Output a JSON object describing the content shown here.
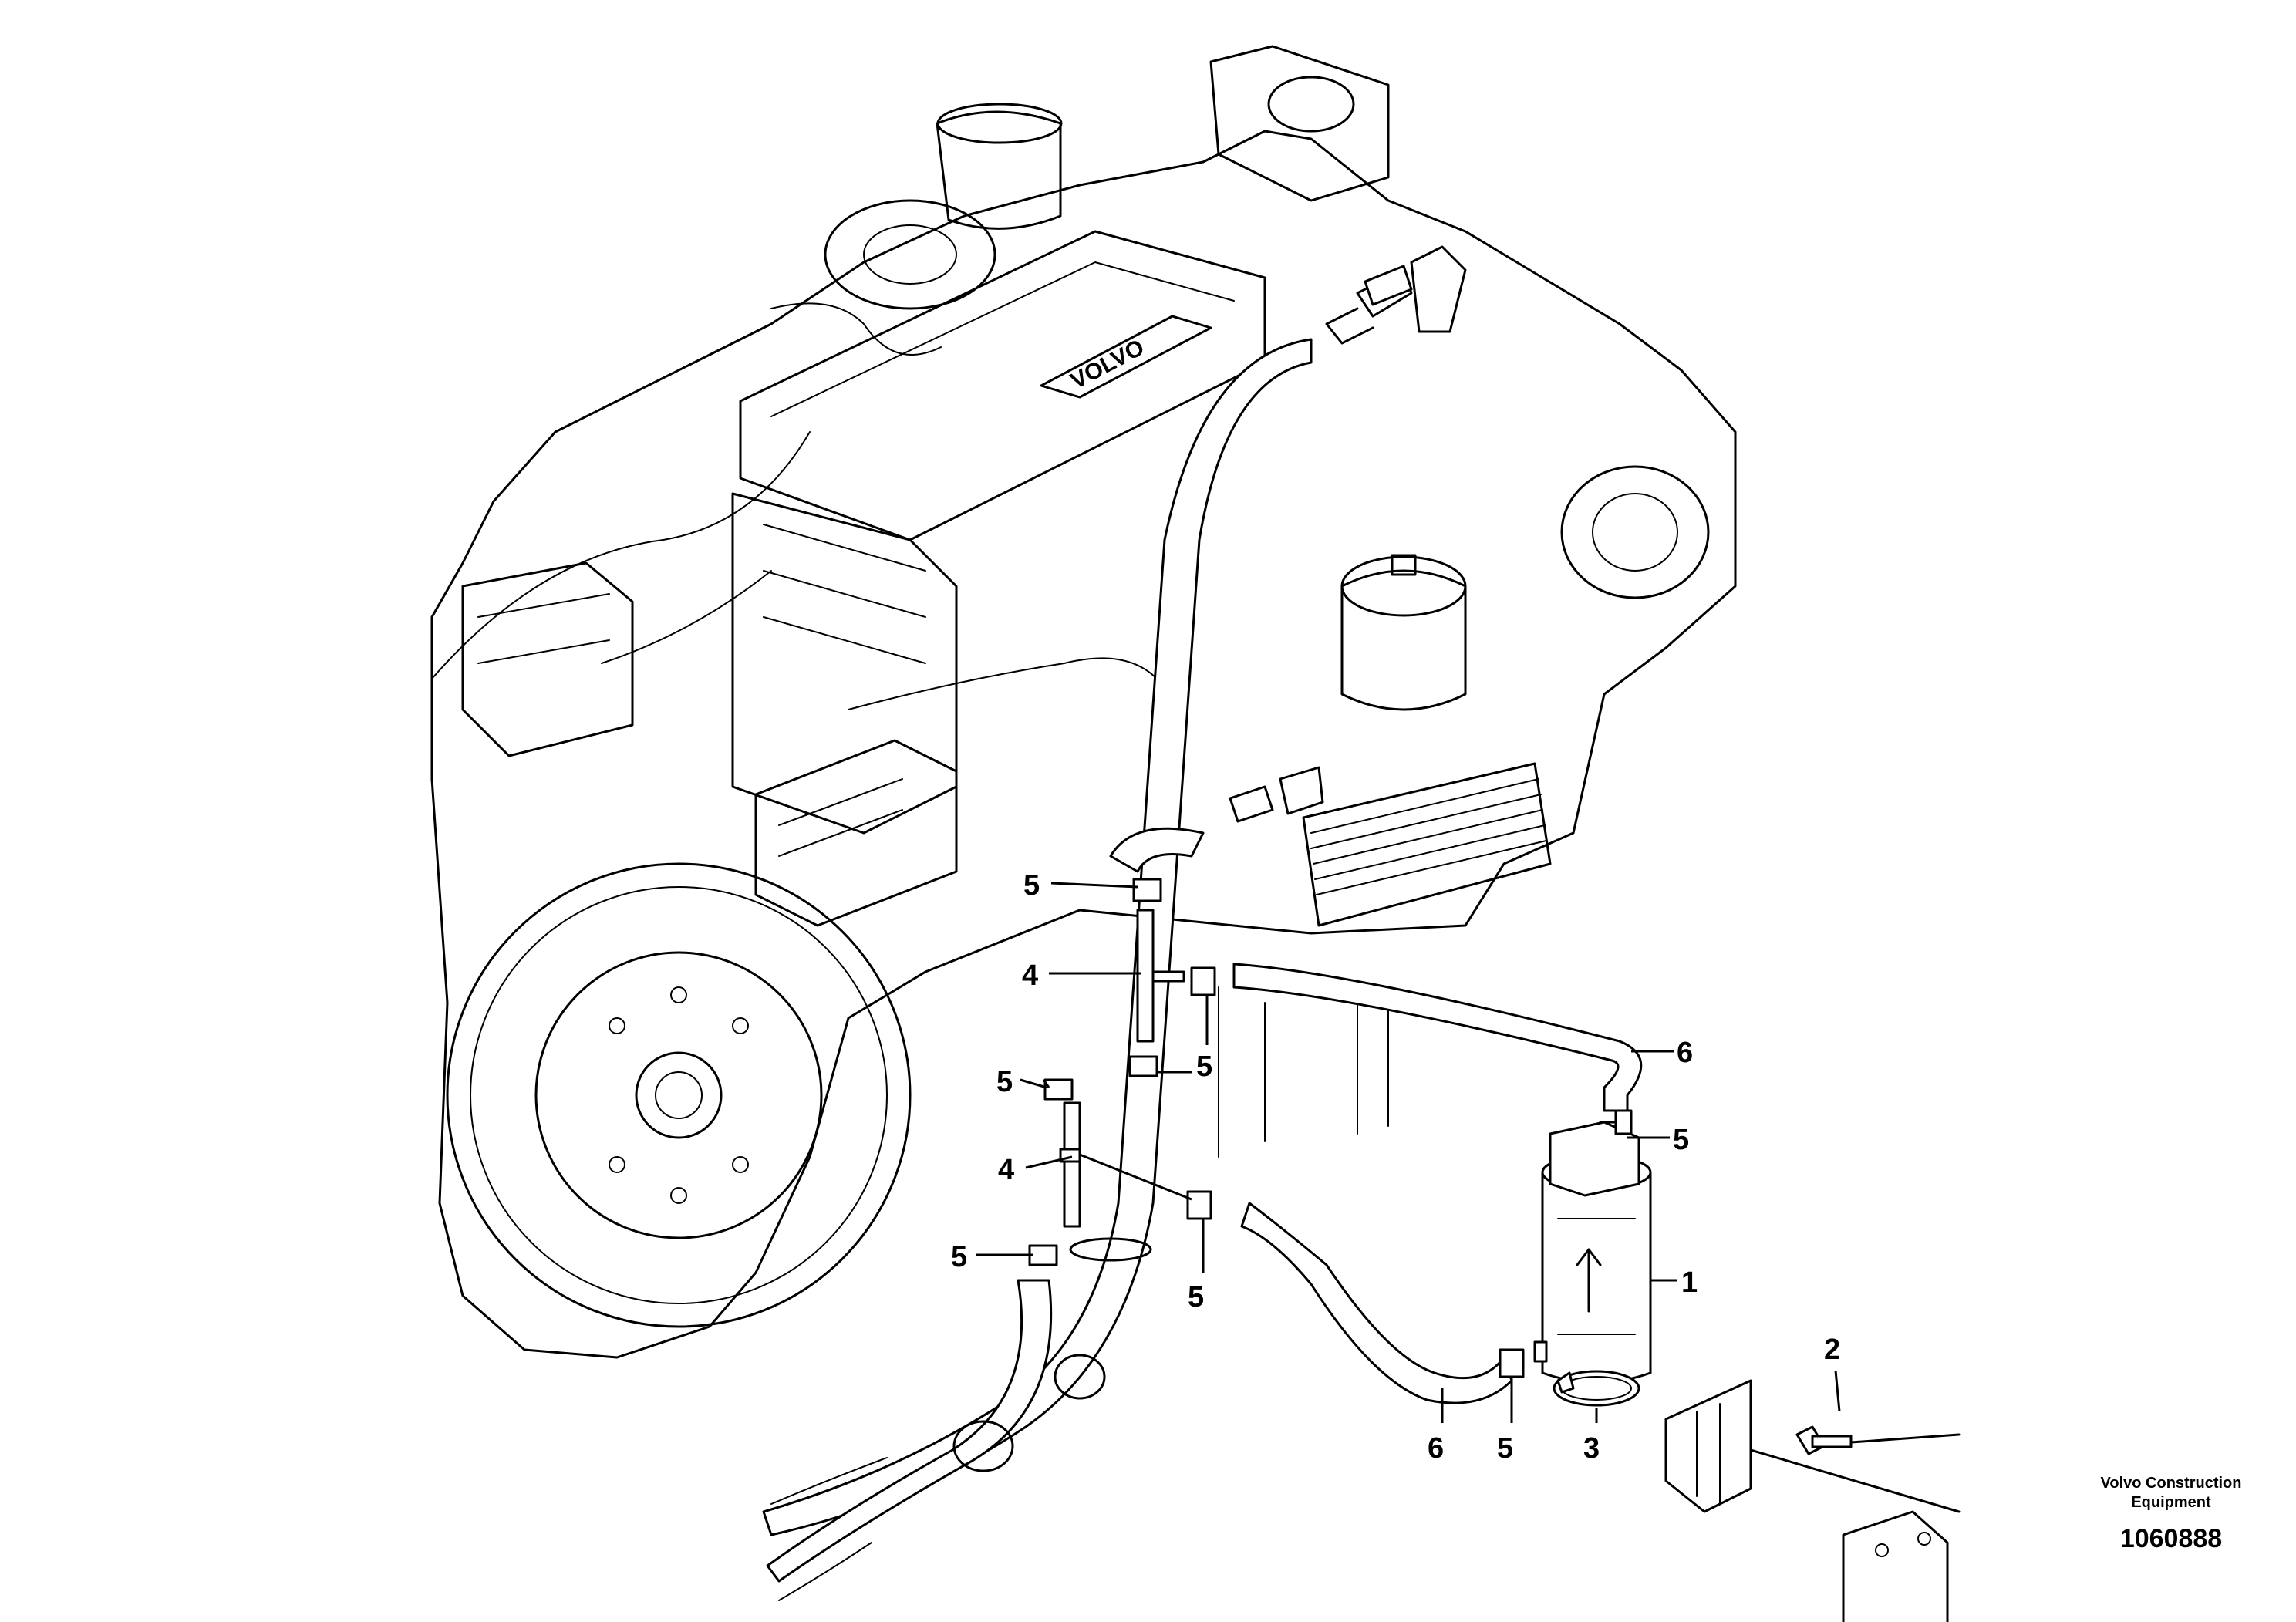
{
  "drawing": {
    "brand_on_valve_cover": "VOLVO",
    "credit_line1": "Volvo Construction",
    "credit_line2": "Equipment",
    "doc_number": "1060888"
  },
  "callouts": {
    "c5_top": "5",
    "c4_upper": "4",
    "c5_mid_right": "5",
    "c6_right": "6",
    "c5_mid_left": "5",
    "c5_right": "5",
    "c4_lower": "4",
    "c1": "1",
    "c5_lower_left": "5",
    "c5_lower_center": "5",
    "c2": "2",
    "c6_bottom": "6",
    "c5_bottom": "5",
    "c3": "3"
  }
}
